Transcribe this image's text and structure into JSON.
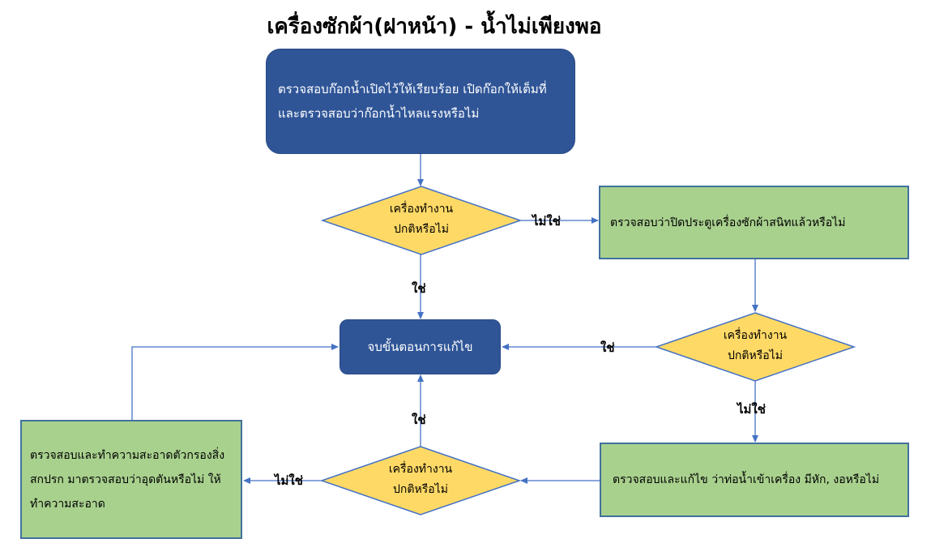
{
  "title": "เครื่องซักผ้า(ฝาหน้า) - น้ำไม่เพียงพอ",
  "nodes": {
    "start_check": "ตรวจสอบก๊อกน้ำเปิดไว้ให้เรียบร้อย เปิดก๊อกให้เต็มที่  และตรวจสอบว่าก๊อกน้ำไหลแรงหรือไม่",
    "decision_1": "เครื่องทำงานปกติหรือไม่",
    "door_check": "ตรวจสอบว่าปิดประตูเครื่องซักผ้าสนิทแล้วหรือไม่",
    "decision_2": "เครื่องทำงานปกติหรือไม่",
    "end": "จบขั้นตอนการแก้ไข",
    "hose_check": "ตรวจสอบและแก้ไข ว่าท่อน้ำเข้าเครื่อง มีหัก, งอหรือไม่",
    "decision_3": "เครื่องทำงานปกติหรือไม่",
    "filter_clean": "ตรวจสอบและทำความสะอาดตัวกรองสิ่งสกปรก มาตรวจสอบว่าอุดตันหรือไม่ ให้ทำความสะอาด"
  },
  "edge_labels": {
    "d1_no": "ไม่ใช่",
    "d1_yes": "ใช่",
    "d2_yes": "ใช่",
    "d2_no": "ไม่ใช่",
    "d3_yes": "ใช่",
    "d3_no": "ไม่ใช่"
  },
  "colors": {
    "process_blue": "#2f5597",
    "process_green": "#a9d18e",
    "decision_yellow": "#ffd966",
    "connector": "#4472c4"
  }
}
